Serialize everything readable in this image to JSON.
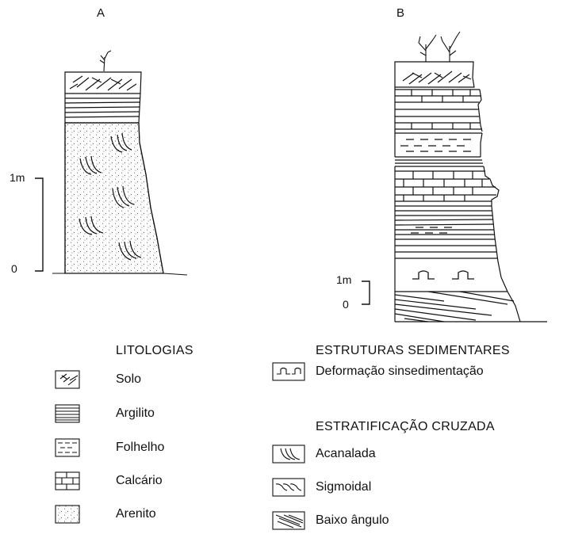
{
  "columns": {
    "a": {
      "label": "A",
      "scale_top": "1m",
      "scale_bottom": "0"
    },
    "b": {
      "label": "B",
      "scale_top": "1m",
      "scale_bottom": "0"
    }
  },
  "legend": {
    "lithologies_title": "LITOLOGIAS",
    "lithologies": [
      {
        "icon": "solo-pattern-icon",
        "label": "Solo"
      },
      {
        "icon": "argilito-pattern-icon",
        "label": "Argilito"
      },
      {
        "icon": "folhelho-pattern-icon",
        "label": "Folhelho"
      },
      {
        "icon": "calcario-pattern-icon",
        "label": "Calcário"
      },
      {
        "icon": "arenito-pattern-icon",
        "label": "Arenito"
      }
    ],
    "structures_title": "ESTRUTURAS SEDIMENTARES",
    "structures": [
      {
        "icon": "deformation-pattern-icon",
        "label": "Deformação sinsedimentação"
      }
    ],
    "cross_title": "ESTRATIFICAÇÃO CRUZADA",
    "cross": [
      {
        "icon": "trough-cross-icon",
        "label": "Acanalada"
      },
      {
        "icon": "sigmoidal-cross-icon",
        "label": "Sigmoidal"
      },
      {
        "icon": "low-angle-cross-icon",
        "label": "Baixo ângulo"
      }
    ]
  }
}
